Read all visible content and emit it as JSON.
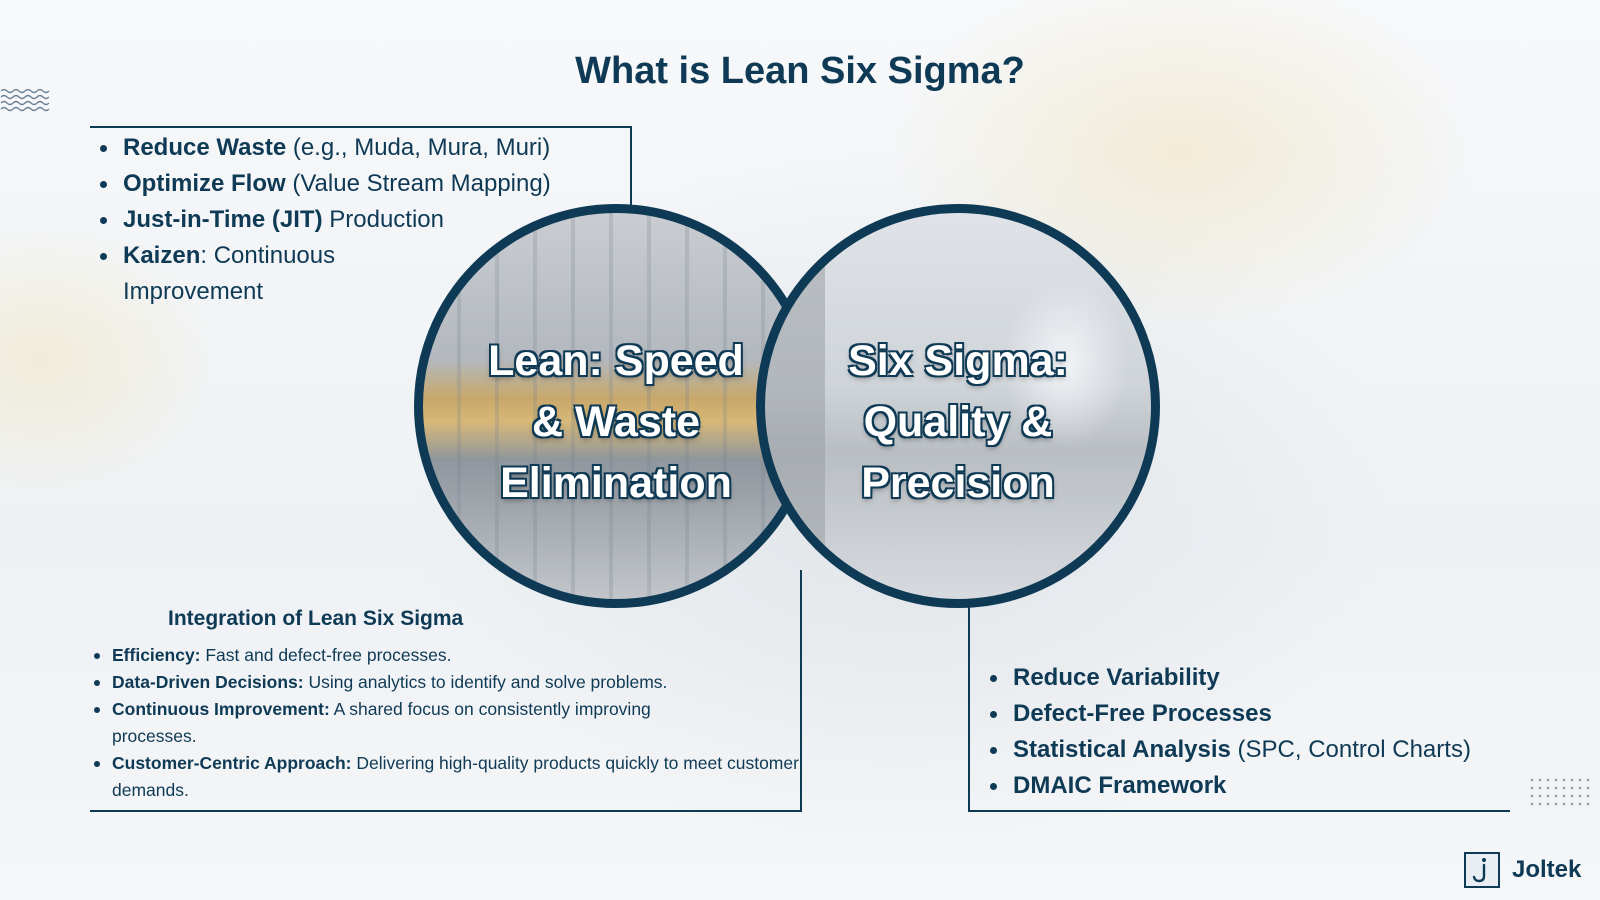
{
  "title": "What is Lean Six Sigma?",
  "lean_points": [
    {
      "bold": "Reduce Waste",
      "rest": " (e.g., Muda, Mura, Muri)"
    },
    {
      "bold": "Optimize Flow",
      "rest": " (Value Stream Mapping)"
    },
    {
      "bold": "Just-in-Time (JIT)",
      "rest": " Production"
    },
    {
      "bold": "Kaizen",
      "rest": ": Continuous Improvement"
    }
  ],
  "lean_circle": {
    "line1": "Lean: Speed",
    "line2": "& Waste",
    "line3": "Elimination"
  },
  "six_circle": {
    "line1": "Six Sigma:",
    "line2": "Quality &",
    "line3": "Precision"
  },
  "integration": {
    "title": "Integration of Lean Six Sigma",
    "items": [
      {
        "bold": "Efficiency:",
        "rest": " Fast and defect-free processes."
      },
      {
        "bold": "Data-Driven Decisions:",
        "rest": " Using analytics to identify and solve problems."
      },
      {
        "bold": "Continuous Improvement:",
        "rest": " A shared focus on consistently improving processes."
      },
      {
        "bold": "Customer-Centric Approach:",
        "rest": " Delivering high-quality products quickly to meet customer demands."
      }
    ]
  },
  "six_points": [
    {
      "bold": "Reduce Variability",
      "rest": ""
    },
    {
      "bold": "Defect-Free Processes",
      "rest": ""
    },
    {
      "bold": "Statistical Analysis",
      "rest": " (SPC, Control Charts)"
    },
    {
      "bold": "DMAIC Framework",
      "rest": ""
    }
  ],
  "brand": {
    "name": "Joltek",
    "icon": "joltek-logo-icon"
  },
  "colors": {
    "primary": "#0f3a55",
    "background": "#f4f6f8"
  }
}
